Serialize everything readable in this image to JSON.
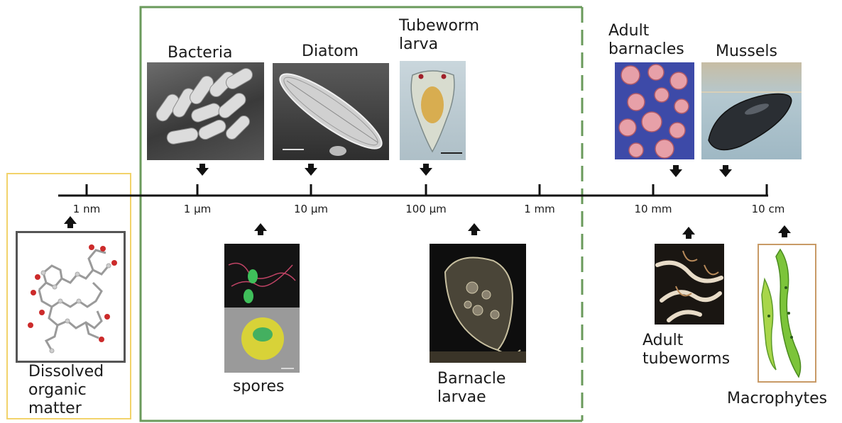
{
  "scale_ticks": [
    {
      "label": "1 nm"
    },
    {
      "label": "1 µm"
    },
    {
      "label": "10 µm"
    },
    {
      "label": "100 µm"
    },
    {
      "label": "1 mm"
    },
    {
      "label": "10 mm"
    },
    {
      "label": "10 cm"
    }
  ],
  "organisms_above": {
    "bacteria": "Bacteria",
    "diatom": "Diatom",
    "tubeworm_larva": "Tubeworm\nlarva",
    "adult_barnacles": "Adult\nbarnacles",
    "mussels": "Mussels"
  },
  "organisms_below": {
    "dissolved_organic_matter": "Dissolved\norganic\nmatter",
    "spores": "spores",
    "barnacle_larvae": "Barnacle\nlarvae",
    "adult_tubeworms": "Adult\ntubeworms",
    "macrophytes": "Macrophytes"
  },
  "colors": {
    "yellow_frame": "#f2d36b",
    "green_frame": "#6a9a5b",
    "axis": "#111111"
  }
}
